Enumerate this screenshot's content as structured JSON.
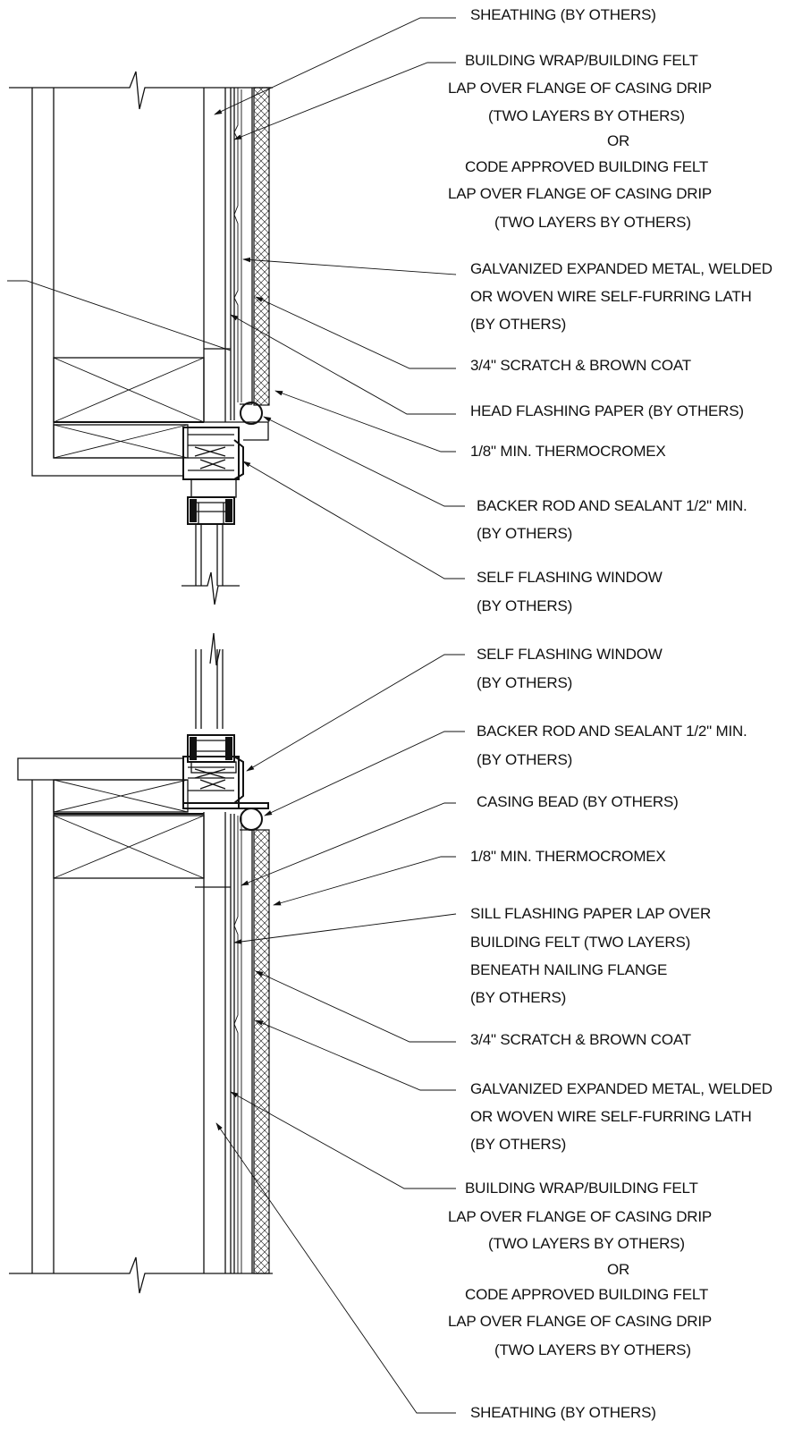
{
  "labels": {
    "head": {
      "sheathing": "SHEATHING (BY OTHERS)",
      "wrap_1": "BUILDING WRAP/BUILDING FELT",
      "wrap_2": "LAP OVER FLANGE OF CASING DRIP",
      "wrap_3": "(TWO LAYERS BY OTHERS)",
      "wrap_or": "OR",
      "wrap_4": "CODE APPROVED BUILDING FELT",
      "wrap_5": "LAP OVER FLANGE OF CASING DRIP",
      "wrap_6": "(TWO LAYERS BY OTHERS)",
      "lath_1": "GALVANIZED EXPANDED METAL, WELDED",
      "lath_2": "OR WOVEN WIRE SELF-FURRING LATH",
      "lath_3": "(BY OTHERS)",
      "scratch": "3/4\" SCRATCH & BROWN COAT",
      "head_flashing": "HEAD FLASHING PAPER (BY OTHERS)",
      "thermocromex": "1/8\" MIN. THERMOCROMEX",
      "backer_1": "BACKER ROD AND SEALANT 1/2\" MIN.",
      "backer_2": "(BY OTHERS)",
      "window_1": "SELF FLASHING WINDOW",
      "window_2": "(BY OTHERS)"
    },
    "sill": {
      "window_1": "SELF FLASHING WINDOW",
      "window_2": "(BY OTHERS)",
      "backer_1": "BACKER ROD AND SEALANT 1/2\" MIN.",
      "backer_2": "(BY OTHERS)",
      "casing_bead": "CASING BEAD (BY OTHERS)",
      "thermocromex": "1/8\" MIN. THERMOCROMEX",
      "sill_flash_1": "SILL FLASHING PAPER LAP OVER",
      "sill_flash_2": "BUILDING FELT (TWO LAYERS)",
      "sill_flash_3": "BENEATH NAILING FLANGE",
      "sill_flash_4": "(BY OTHERS)",
      "scratch": "3/4\" SCRATCH & BROWN COAT",
      "lath_1": "GALVANIZED EXPANDED METAL, WELDED",
      "lath_2": "OR WOVEN WIRE SELF-FURRING LATH",
      "lath_3": "(BY OTHERS)",
      "wrap_1": "BUILDING WRAP/BUILDING FELT",
      "wrap_2": "LAP OVER FLANGE OF CASING DRIP",
      "wrap_3": "(TWO LAYERS BY OTHERS)",
      "wrap_or": "OR",
      "wrap_4": "CODE APPROVED BUILDING FELT",
      "wrap_5": "LAP OVER FLANGE OF CASING DRIP",
      "wrap_6": "(TWO LAYERS BY OTHERS)",
      "sheathing": "SHEATHING (BY OTHERS)"
    }
  }
}
